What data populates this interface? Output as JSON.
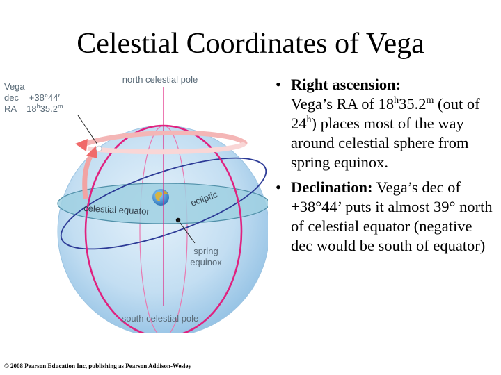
{
  "slide": {
    "title": "Celestial Coordinates of Vega",
    "copyright": "© 2008 Pearson Education Inc, publishing as Pearson Addison-Wesley"
  },
  "diagram": {
    "vega_label": "Vega",
    "vega_dec_text": "dec = +38°44′",
    "vega_ra_prefix": "RA = 18",
    "vega_ra_h": "h",
    "vega_ra_mid": "35.2",
    "vega_ra_m": "m",
    "north_pole_label": "north celestial pole",
    "south_pole_label": "south celestial pole",
    "celestial_equator_label": "celestial equator",
    "ecliptic_label": "ecliptic",
    "spring_equinox_line1": "spring",
    "spring_equinox_line2": "equinox",
    "colors": {
      "sphere": "#b9d9f0",
      "equator_plane": "#9fd0e2",
      "meridian": "#e0217f",
      "ecliptic": "#2c3a96",
      "ra_arrow": "#f06a6a"
    }
  },
  "bullets": {
    "ra": {
      "heading": "Right ascension:",
      "text_1": "Vega’s RA of 18",
      "sup_h": "h",
      "text_2": "35.2",
      "sup_m": "m",
      "text_3": " (out of 24",
      "sup_h2": "h",
      "text_4": ") places most of the way around celestial sphere from spring equinox."
    },
    "dec": {
      "heading": "Declination:",
      "text": " Vega’s dec of +38°44’ puts it almost 39° north of celestial equator (negative dec would be south of equator)"
    }
  }
}
